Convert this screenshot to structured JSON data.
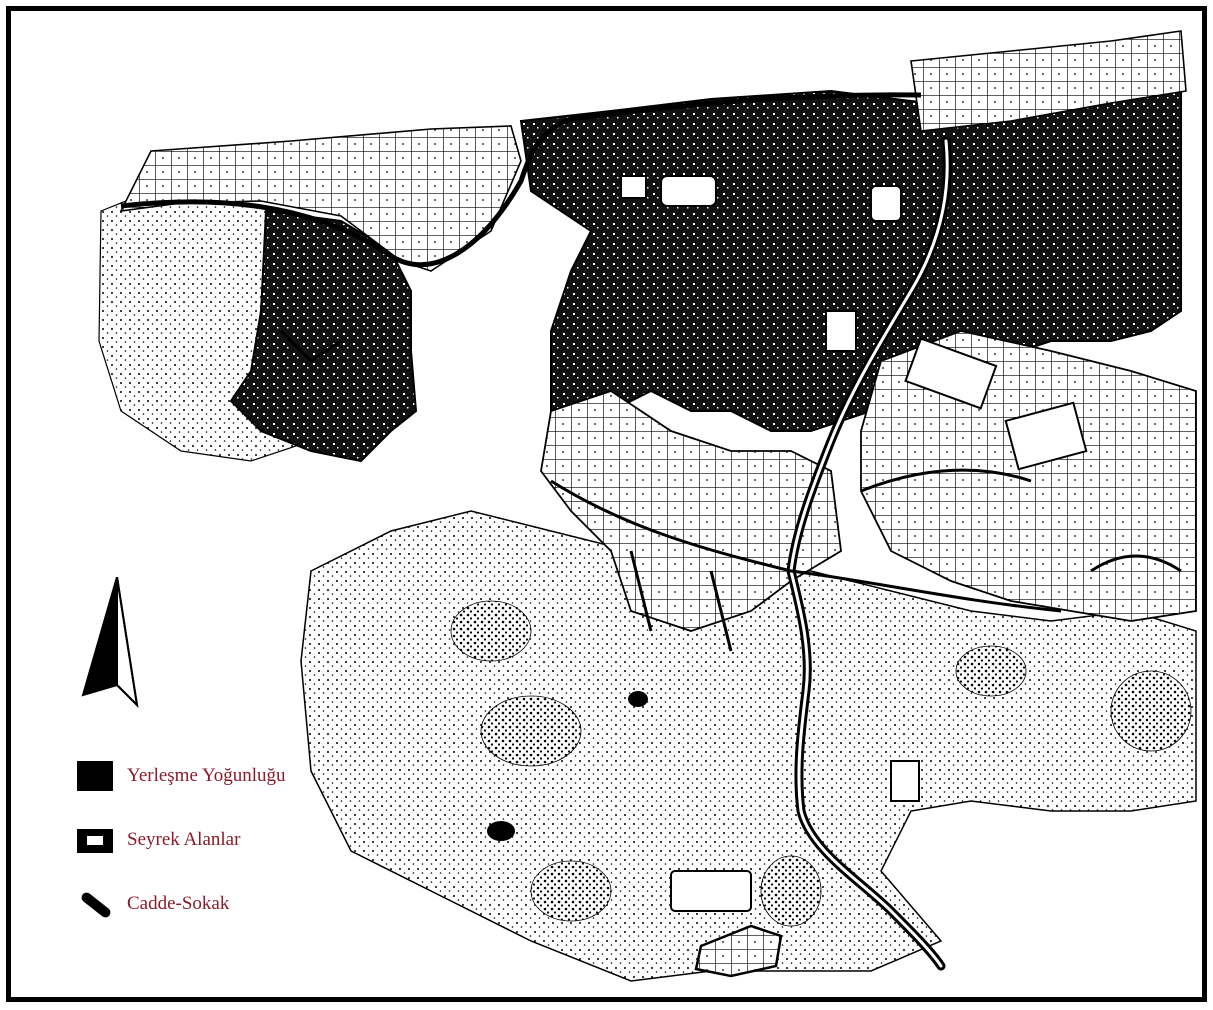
{
  "map": {
    "legend": {
      "items": [
        {
          "label": "Yerleşme Yoğunluğu",
          "symbol": "filled-square-icon"
        },
        {
          "label": "Seyrek Alanlar",
          "symbol": "hollow-square-icon"
        },
        {
          "label": "Cadde-Sokak",
          "symbol": "street-line-icon"
        }
      ]
    },
    "north_arrow": {
      "symbol": "north-arrow-icon"
    },
    "colors": {
      "dense": "#000000",
      "sparse": "#ffffff",
      "street": "#000000",
      "label": "#8b1a2b",
      "frame": "#000000"
    }
  }
}
